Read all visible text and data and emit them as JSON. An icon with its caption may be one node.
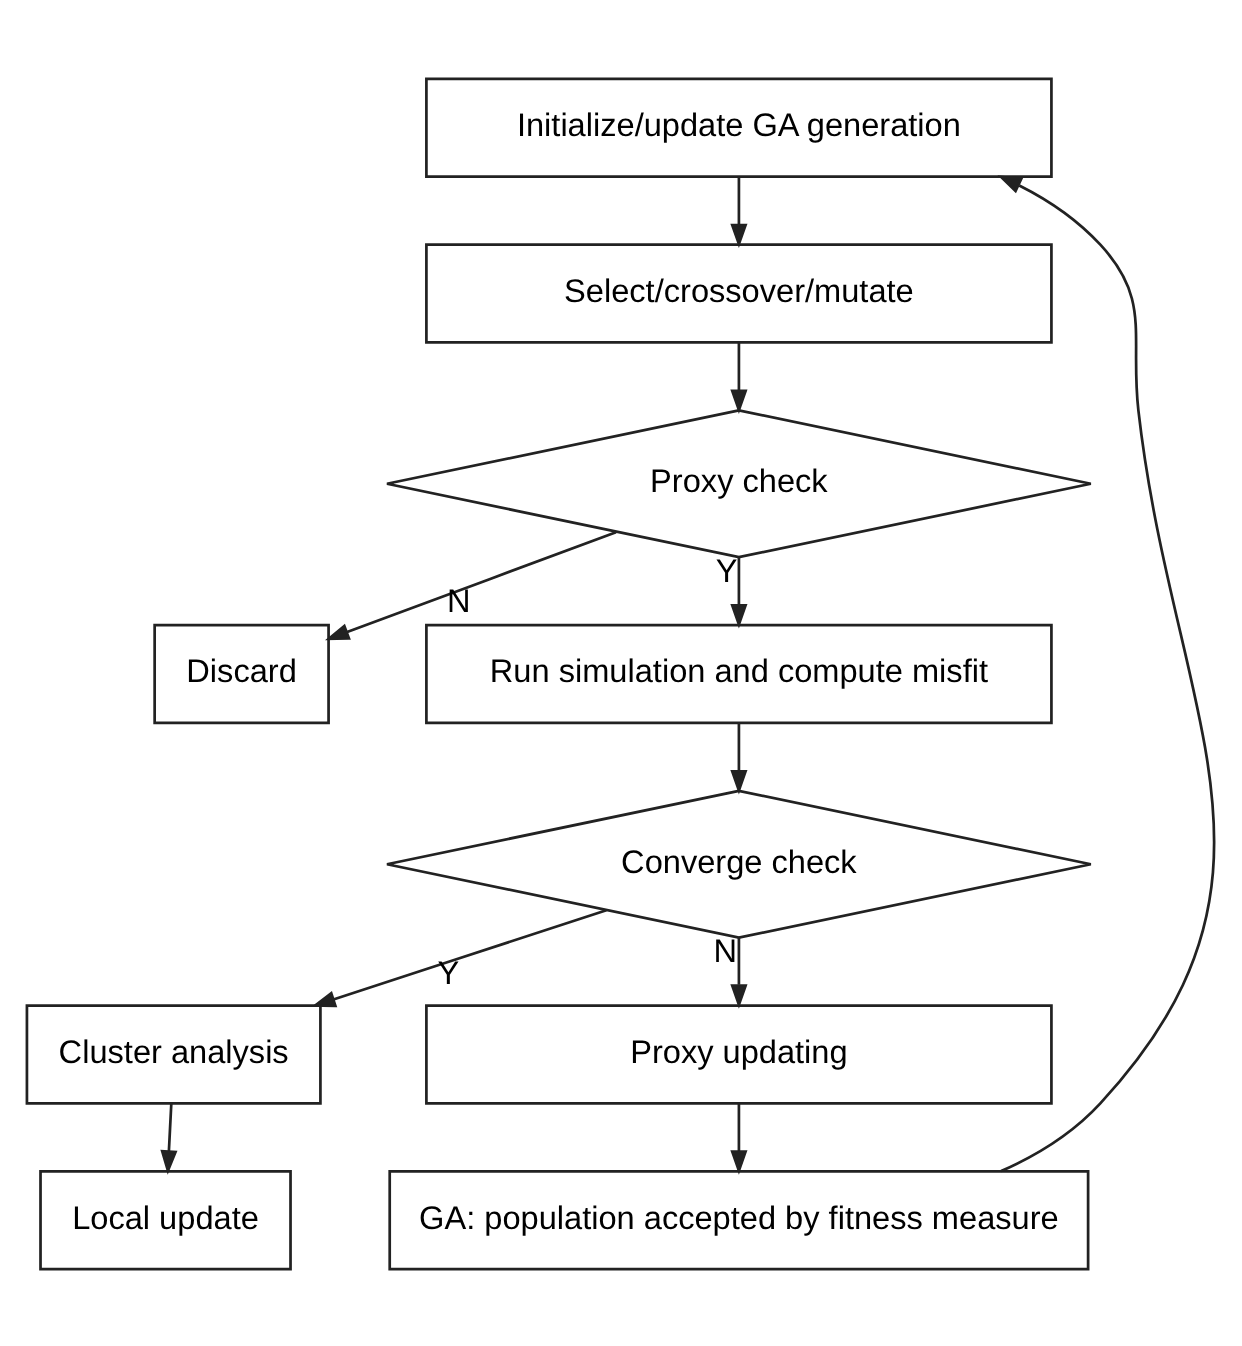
{
  "diagram": {
    "nodes": [
      {
        "text": [
          "Initialize/update GA generation"
        ]
      },
      {
        "text": [
          "Select/crossover/mutate"
        ]
      },
      {
        "text": [
          "Proxy check"
        ]
      },
      {
        "text": [
          "Discard"
        ]
      },
      {
        "text": [
          "Run simulation and compute misfit"
        ]
      },
      {
        "text": [
          "Converge check"
        ]
      },
      {
        "text": [
          "Cluster analysis"
        ]
      },
      {
        "text": [
          "Local update"
        ]
      },
      {
        "text": [
          "Proxy updating"
        ]
      },
      {
        "text": [
          "GA: population accepted by fitness measure"
        ]
      }
    ],
    "edges": [
      {
        "from": 0,
        "to": 1,
        "arrow": "to"
      },
      {
        "from": 1,
        "to": 2,
        "arrow": "to"
      },
      {
        "from": 2,
        "to": 3,
        "arrow": "to",
        "label": "N"
      },
      {
        "from": 2,
        "to": 4,
        "arrow": "to",
        "label": "Y"
      },
      {
        "from": 4,
        "to": 5,
        "arrow": "to"
      },
      {
        "from": 5,
        "to": 6,
        "arrow": "to",
        "label": "Y"
      },
      {
        "from": 6,
        "to": 7,
        "arrow": "to"
      },
      {
        "from": 5,
        "to": 8,
        "arrow": "to",
        "label": "N"
      },
      {
        "from": 8,
        "to": 9,
        "arrow": "to"
      },
      {
        "from": 9,
        "to": 0,
        "arrow": "to"
      }
    ]
  }
}
